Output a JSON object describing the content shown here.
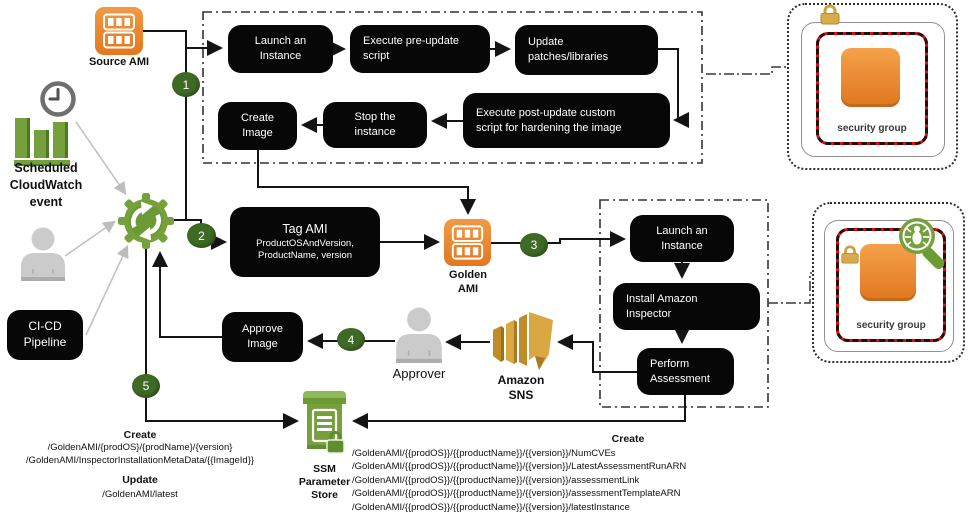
{
  "diagram_title": "Golden AMI automation pipeline",
  "colors": {
    "orange": "#EC8A33",
    "green": "#76A03C",
    "badge_green": "#3E6A26",
    "gold": "#D9A843",
    "black_box": "#070707",
    "red_dash": "#FF0000",
    "gray_person": "#CBCBCB"
  },
  "badges": {
    "b1": "1",
    "b2": "2",
    "b3": "3",
    "b4": "4",
    "b5": "5"
  },
  "nodes": {
    "source_ami": {
      "label": "Source AMI"
    },
    "scheduled_event": {
      "label": "Scheduled\nCloudWatch\nevent"
    },
    "cicd_pipeline": {
      "label": "CI-CD\nPipeline"
    },
    "golden_ami": {
      "label": "Golden\nAMI"
    },
    "approver": {
      "label": "Approver"
    },
    "amazon_sns": {
      "label": "Amazon\nSNS"
    },
    "ssm_parameter_store": {
      "label": "SSM\nParameter\nStore"
    },
    "security_group_top": {
      "label": "security group"
    },
    "security_group_bottom": {
      "label": "security group"
    }
  },
  "steps": {
    "launch_instance_build": "Launch an\nInstance",
    "execute_pre_update": "Execute pre-update\nscript",
    "update_patches": "Update\npatches/libraries",
    "execute_post_update": "Execute post-update custom\nscript for hardening the image",
    "stop_instance": "Stop the\ninstance",
    "create_image": "Create\nImage",
    "tag_ami_title": "Tag AMI",
    "tag_ami_subtitle": "ProductOSAndVersion,\nProductName, version",
    "launch_instance_assess": "Launch an\nInstance",
    "install_inspector": "Install Amazon\nInspector",
    "perform_assessment": "Perform\nAssessment",
    "approve_image": "Approve\nImage"
  },
  "annotations": {
    "left_create_title": "Create",
    "left_create_lines": "/GoldenAMI/{prodOS}/{prodName}/{version}\n/GoldenAMI/InspectorInstallationMetaData/{{ImageId}}",
    "left_update_title": "Update",
    "left_update_line": "/GoldenAMI/latest",
    "right_create_title": "Create",
    "right_create_lines": "/GoldenAMI/{{prodOS}}/{{productName}}/{{version}}/NumCVEs\n/GoldenAMI/{{prodOS}}/{{productName}}/{{version}}/LatestAssessmentRunARN\n/GoldenAMI/{{prodOS}}/{{productName}}/{{version}}/assessmentLink\n/GoldenAMI/{{prodOS}}/{{productName}}/{{version}}/assessmentTemplateARN\n/GoldenAMI/{{prodOS}}/{{productName}}/{{version}}/latestInstance"
  }
}
